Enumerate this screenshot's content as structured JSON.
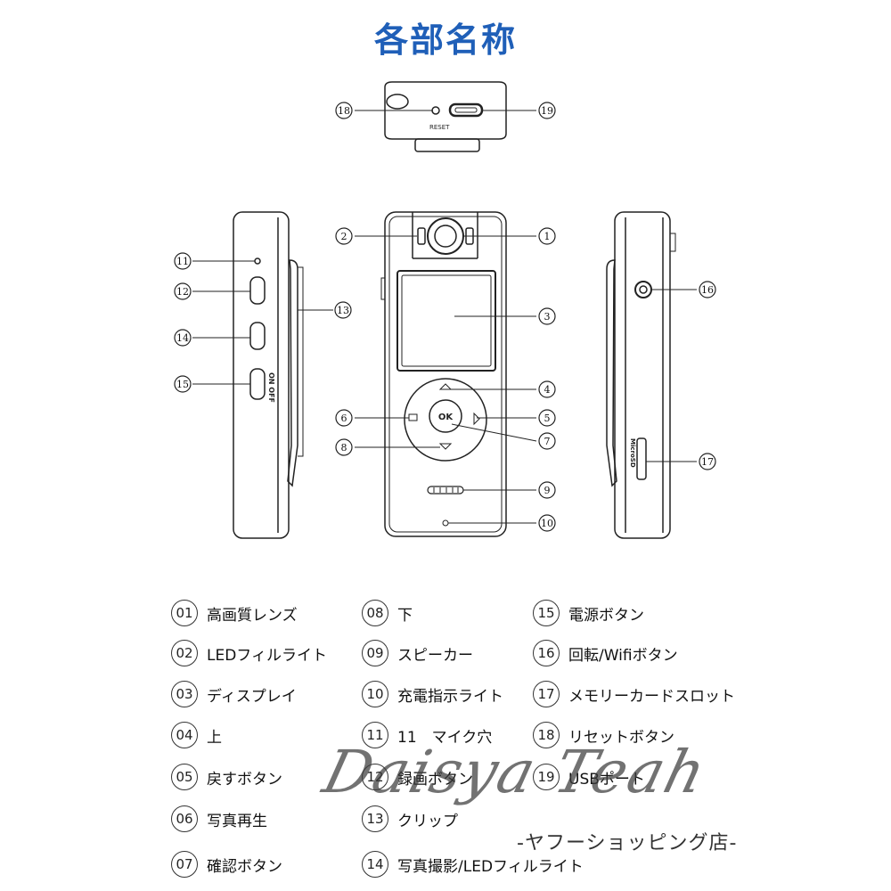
{
  "title": "各部名称",
  "callouts": [
    "1",
    "2",
    "3",
    "4",
    "5",
    "6",
    "7",
    "8",
    "9",
    "10",
    "11",
    "12",
    "13",
    "14",
    "15",
    "16",
    "17",
    "18",
    "19"
  ],
  "device_labels": {
    "reset": "RESET",
    "on_off": "ON OFF",
    "ok": "OK",
    "microsd": "MicroSD"
  },
  "legend": [
    {
      "num": "01",
      "label": "高画質レンズ"
    },
    {
      "num": "02",
      "label": "LEDフィルライト"
    },
    {
      "num": "03",
      "label": "ディスプレイ"
    },
    {
      "num": "04",
      "label": "上"
    },
    {
      "num": "05",
      "label": "戻すボタン"
    },
    {
      "num": "06",
      "label": "写真再生"
    },
    {
      "num": "07",
      "label": "確認ボタン"
    },
    {
      "num": "08",
      "label": "下"
    },
    {
      "num": "09",
      "label": "スピーカー"
    },
    {
      "num": "10",
      "label": "充電指示ライト"
    },
    {
      "num": "11",
      "label": "11　マイク穴"
    },
    {
      "num": "12",
      "label": "録画ボタン"
    },
    {
      "num": "13",
      "label": "クリップ"
    },
    {
      "num": "14",
      "label": "写真撮影/LEDフィルライト"
    },
    {
      "num": "15",
      "label": "電源ボタン"
    },
    {
      "num": "16",
      "label": "回転/Wifiボタン"
    },
    {
      "num": "17",
      "label": "メモリーカードスロット"
    },
    {
      "num": "18",
      "label": "リセットボタン"
    },
    {
      "num": "19",
      "label": "USBポート"
    }
  ],
  "watermark": "Daisya Teah",
  "shop": "-ヤフーショッピング店-"
}
